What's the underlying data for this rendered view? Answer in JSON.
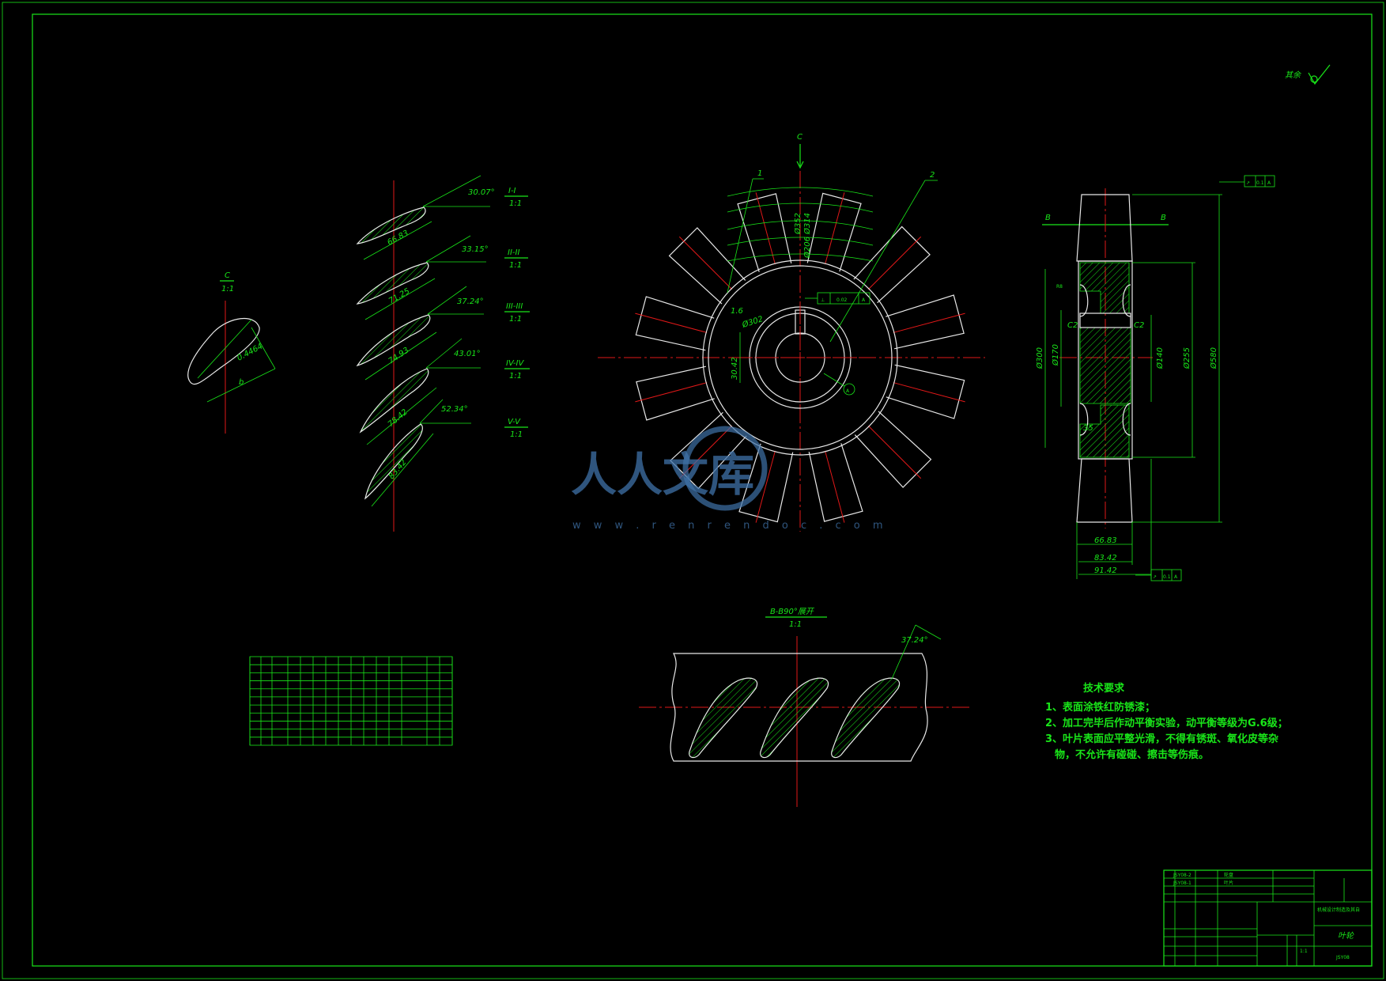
{
  "drawing": {
    "surface_mark": "其余",
    "labels": {
      "c_view": "C",
      "b_view_left": "B",
      "b_view_right": "B",
      "leader_1": "1",
      "leader_2": "2",
      "datum_a": "A",
      "chamfer_left": "C2",
      "chamfer_right": "C2"
    },
    "section_view_c": {
      "title": "C",
      "scale": "1:1",
      "dims": [
        "0.4464",
        "b"
      ]
    },
    "sections": [
      {
        "title": "I-I",
        "scale": "1:1",
        "angle": "30.07°",
        "chord": "66.83"
      },
      {
        "title": "II-II",
        "scale": "1:1",
        "angle": "33.15°",
        "chord": "71.25"
      },
      {
        "title": "III-III",
        "scale": "1:1",
        "angle": "37.24°",
        "chord": "74.93"
      },
      {
        "title": "IV-IV",
        "scale": "1:1",
        "angle": "43.01°",
        "chord": "78.42"
      },
      {
        "title": "V-V",
        "scale": "1:1",
        "angle": "52.34°",
        "chord": "83.42"
      }
    ],
    "main_view": {
      "dims": [
        "Ø302",
        "30.42",
        "1.6",
        "Ø352",
        "Ø314",
        "Ø206"
      ],
      "tolerance_frame": [
        "⊥",
        "0.02",
        "A"
      ]
    },
    "side_view": {
      "dims_vertical": [
        "Ø300",
        "Ø170",
        "Ø140",
        "Ø255",
        "Ø580"
      ],
      "dims_horizontal": [
        "66.83",
        "83.42",
        "91.42"
      ],
      "misc": [
        "R8",
        "35"
      ],
      "runout_top": [
        "↗",
        "0.1",
        "A"
      ],
      "runout_bottom": [
        "↗",
        "0.1",
        "A"
      ]
    },
    "unrolled_view": {
      "title": "B-B90°展开",
      "scale": "1:1",
      "angle": "37.24°"
    },
    "tech_requirements": {
      "title": "技术要求",
      "items": [
        "1、表面涂铁红防锈漆；",
        "2、加工完毕后作动平衡实验，动平衡等级为G.6级；",
        "3、叶片表面应平整光滑，不得有锈斑、氧化皮等杂",
        "物，不允许有碰碰、擦击等伤痕。"
      ]
    },
    "watermark": {
      "text": "人人文库",
      "url": "w w w . r e n r e n d o c . c o m"
    },
    "title_block": {
      "project": "机械设计制造及其自动化（本科）04-2班",
      "part_name": "叶轮",
      "drawing_no": "JSY08",
      "scale": "1:1",
      "rows": [
        "JSY08-2",
        "JSY08-1",
        "轮盘",
        "叶片"
      ]
    }
  }
}
